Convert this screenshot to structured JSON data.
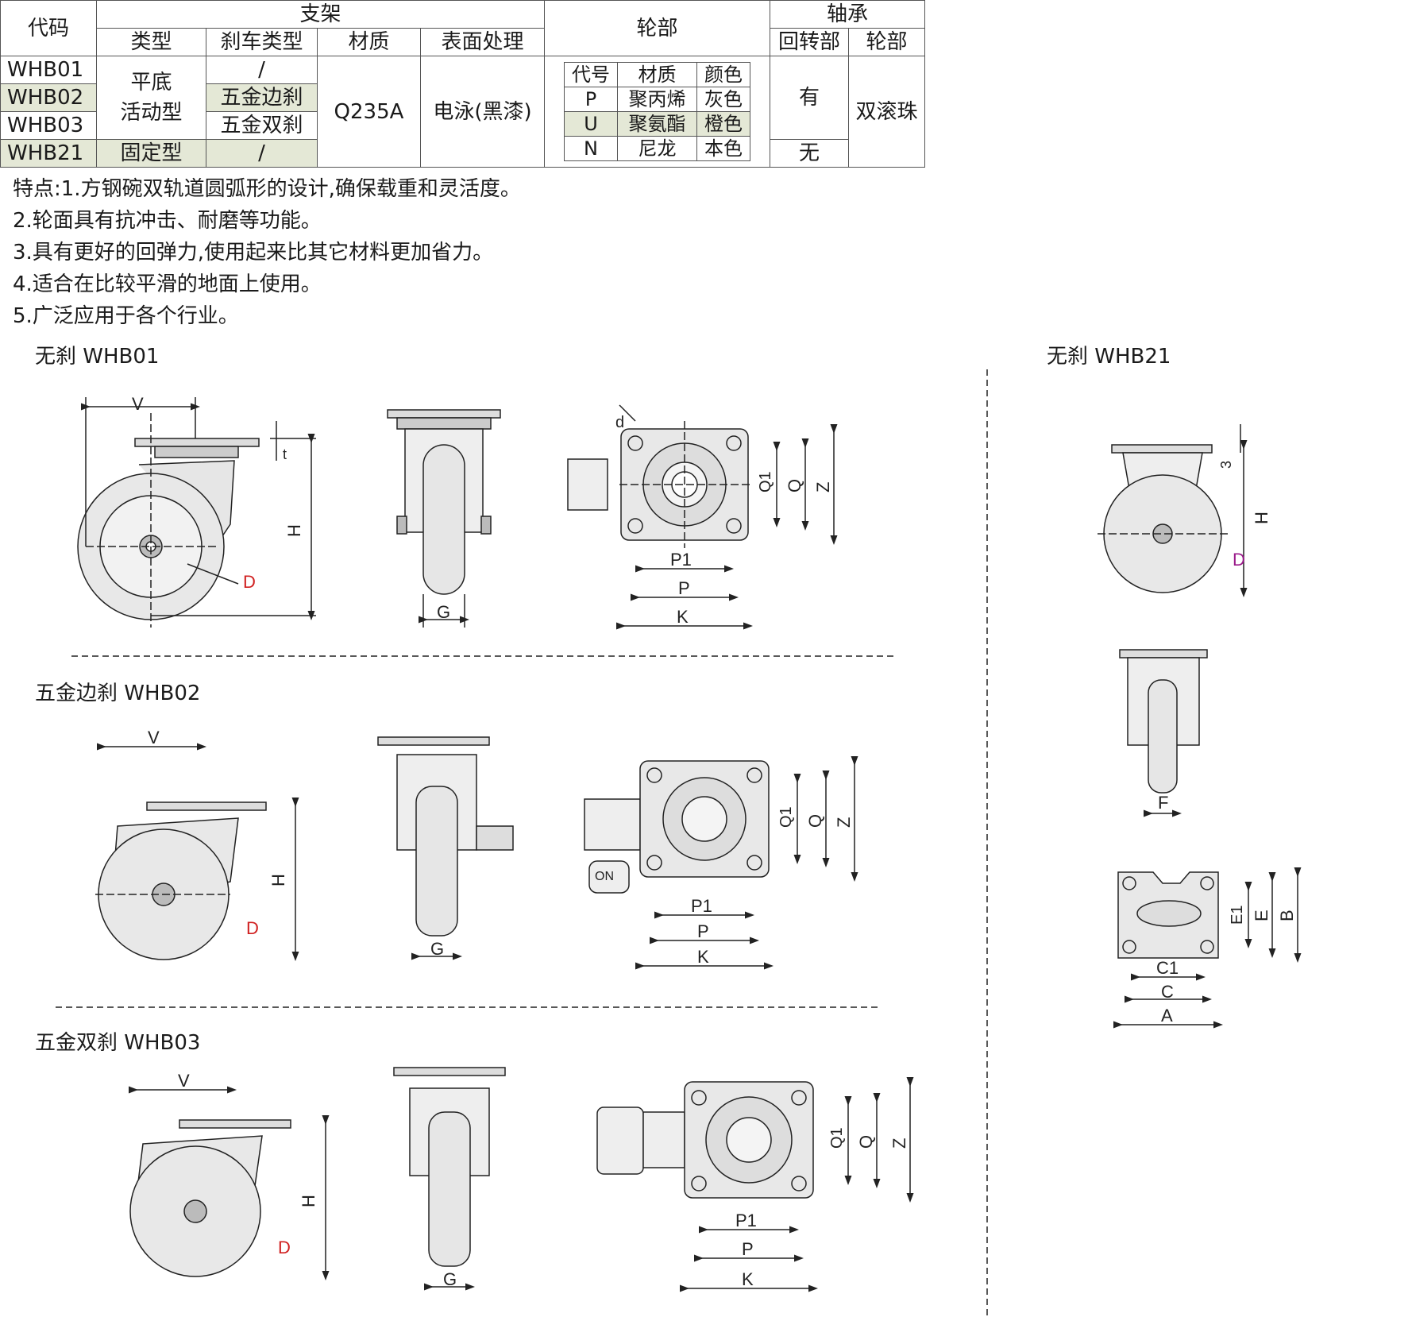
{
  "table": {
    "headers": {
      "code": "代码",
      "bracket": "支架",
      "type": "类型",
      "brake_type": "刹车类型",
      "material": "材质",
      "surface": "表面处理",
      "wheel": "轮部",
      "bearing": "轴承",
      "swivel": "回转部",
      "wheel_part": "轮部"
    },
    "codes": [
      "WHB01",
      "WHB02",
      "WHB03",
      "WHB21"
    ],
    "type_swivel": "平底\n活动型",
    "type_swivel_line1": "平底",
    "type_swivel_line2": "活动型",
    "type_fixed": "固定型",
    "brakes": [
      "/",
      "五金边刹",
      "五金双刹",
      "/"
    ],
    "material": "Q235A",
    "surface": "电泳(黑漆)",
    "wheel_table": {
      "headers": [
        "代号",
        "材质",
        "颜色"
      ],
      "rows": [
        [
          "P",
          "聚丙烯",
          "灰色"
        ],
        [
          "U",
          "聚氨酯",
          "橙色"
        ],
        [
          "N",
          "尼龙",
          "本色"
        ]
      ]
    },
    "bearing_swivel": [
      "有",
      "无"
    ],
    "bearing_wheel": "双滚珠"
  },
  "features": [
    "特点:1.方钢碗双轨道圆弧形的设计,确保载重和灵活度。",
    "2.轮面具有抗冲击、耐磨等功能。",
    "3.具有更好的回弹力,使用起来比其它材料更加省力。",
    "4.适合在比较平滑的地面上使用。",
    "5.广泛应用于各个行业。"
  ],
  "drawings": {
    "whb01_title": "无刹 WHB01",
    "whb02_title": "五金边刹 WHB02",
    "whb03_title": "五金双刹 WHB03",
    "whb21_title": "无刹  WHB21",
    "dims": {
      "V": "V",
      "t": "t",
      "H": "H",
      "D": "D",
      "G": "G",
      "d": "d",
      "Q1": "Q1",
      "Q": "Q",
      "Z": "Z",
      "P1": "P1",
      "P": "P",
      "K": "K",
      "three": "3",
      "F": "F",
      "E1": "E1",
      "E": "E",
      "B": "B",
      "C1": "C1",
      "C": "C",
      "A": "A",
      "ON": "ON"
    }
  }
}
